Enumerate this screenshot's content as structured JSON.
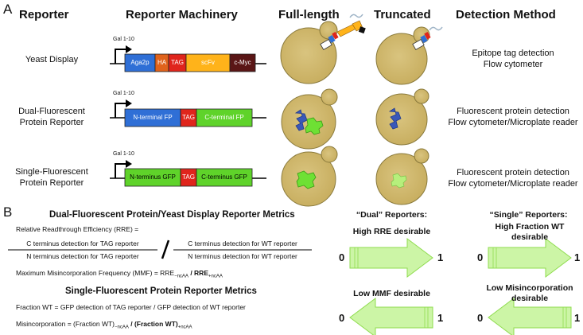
{
  "panel_a": {
    "letter": "A",
    "headers": {
      "reporter": "Reporter",
      "machinery": "Reporter Machinery",
      "full_length": "Full-length",
      "truncated": "Truncated",
      "detection": "Detection Method"
    },
    "rows": [
      {
        "label_lines": [
          "Yeast Display"
        ],
        "promoter": "Gal 1-10",
        "segments": [
          {
            "label": "Aga2p",
            "color": "#2f6fd6"
          },
          {
            "label": "HA",
            "color": "#e0631c"
          },
          {
            "label": "TAG",
            "color": "#e0251c"
          },
          {
            "label": "scFv",
            "color": "#ffb31a"
          },
          {
            "label": "c-Myc",
            "color": "#5a1616"
          }
        ],
        "detection_lines": [
          "Epitope tag detection",
          "Flow cytometer"
        ]
      },
      {
        "label_lines": [
          "Dual-Fluorescent",
          "Protein Reporter"
        ],
        "promoter": "Gal 1-10",
        "segments": [
          {
            "label": "N-terminal FP",
            "color": "#2f6fd6"
          },
          {
            "label": "TAG",
            "color": "#e0251c"
          },
          {
            "label": "C-terminal FP",
            "color": "#5fd32a"
          }
        ],
        "detection_lines": [
          "Fluorescent protein detection",
          "Flow cytometer/Microplate reader"
        ]
      },
      {
        "label_lines": [
          "Single-Fluorescent",
          "Protein Reporter"
        ],
        "promoter": "Gal 1-10",
        "segments": [
          {
            "label": "N-terminus GFP",
            "color": "#5fd32a"
          },
          {
            "label": "TAG",
            "color": "#e0251c"
          },
          {
            "label": "C-terminus GFP",
            "color": "#5fd32a"
          }
        ],
        "detection_lines": [
          "Fluorescent protein detection",
          "Flow cytometer/Microplate reader"
        ]
      }
    ]
  },
  "panel_b": {
    "letter": "B",
    "dual_title": "Dual-Fluorescent Protein/Yeast Display Reporter Metrics",
    "rre_label": "Relative Readthrough Efficiency (RRE) =",
    "frac1_num": "C terminus detection for TAG reporter",
    "frac1_den": "N terminus detection for TAG reporter",
    "frac2_num": "C terminus detection for WT reporter",
    "frac2_den": "N terminus detection for WT reporter",
    "mmf_prefix": "Maximum Misincorporation Frequency (MMF) = RRE",
    "mmf_sub1": "−ncAA",
    "mmf_slash": " / RRE",
    "mmf_sub2": "+ncAA",
    "single_title": "Single-Fluorescent Protein Reporter Metrics",
    "fracwt_label": "Fraction WT =  GFP detection of TAG reporter / GFP detection of WT reporter",
    "misinc_prefix": "Misincorporation = (Fraction WT)",
    "misinc_sub1": "−ncAA",
    "misinc_slash": " / (Fraction WT)",
    "misinc_sub2": "+ncAA",
    "dual_header": "“Dual” Reporters:",
    "single_header": "“Single” Reporters:",
    "arrows": [
      {
        "title_lines": [
          "High RRE desirable"
        ],
        "left": "0",
        "right": "1",
        "direction": "right"
      },
      {
        "title_lines": [
          "High Fraction WT",
          "desirable"
        ],
        "left": "0",
        "right": "1",
        "direction": "right"
      },
      {
        "title_lines": [
          "Low MMF desirable"
        ],
        "left": "0",
        "right": "1",
        "direction": "left"
      },
      {
        "title_lines": [
          "Low Misincorporation",
          "desirable"
        ],
        "left": "0",
        "right": "1",
        "direction": "left"
      }
    ],
    "arrow_color": "#ccf5a6",
    "arrow_stroke": "#8fdc4f"
  }
}
